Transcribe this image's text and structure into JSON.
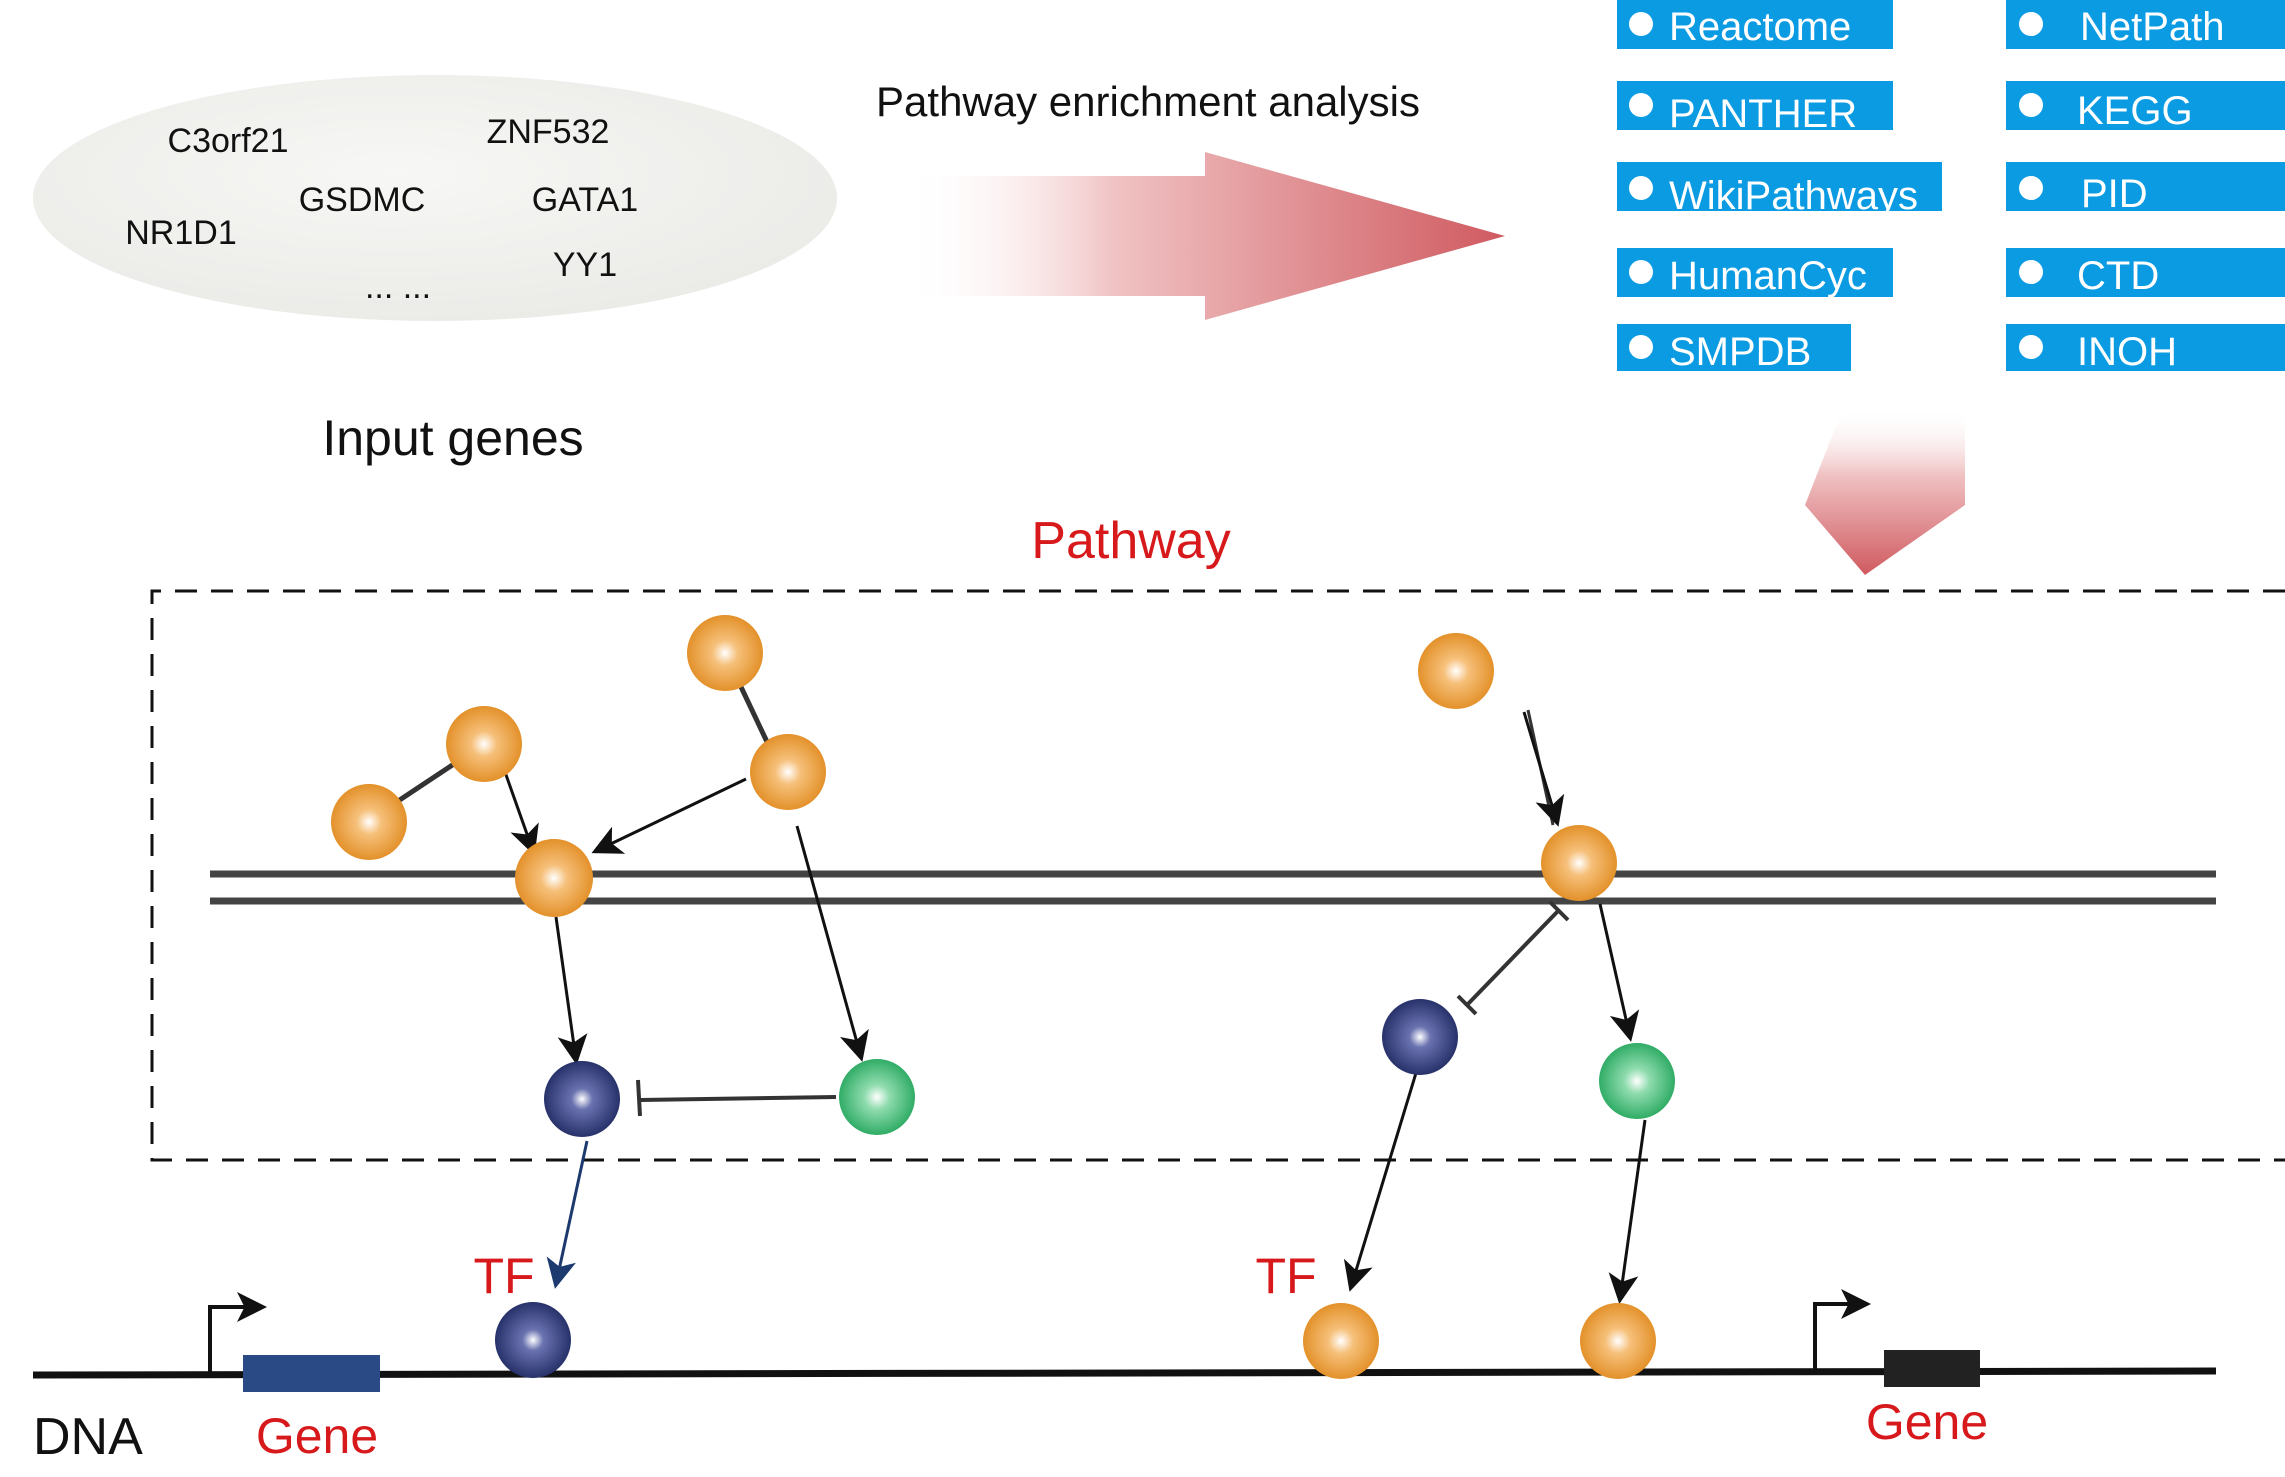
{
  "input_genes": {
    "genes": [
      "C3orf21",
      "ZNF532",
      "GSDMC",
      "GATA1",
      "NR1D1",
      "YY1"
    ],
    "ellipsis": "... ...",
    "title": "Input genes"
  },
  "analysis_label": "Pathway enrichment analysis",
  "databases": {
    "left": [
      "Reactome",
      "PANTHER",
      "WikiPathways",
      "HumanCyc",
      "SMPDB"
    ],
    "right": [
      "NetPath",
      "KEGG",
      "PID",
      "CTD",
      "INOH"
    ]
  },
  "pathway": {
    "title": "Pathway"
  },
  "labels": {
    "tf": "TF",
    "gene": "Gene",
    "dna": "DNA"
  },
  "colors": {
    "database_bg": "#0a9be3",
    "accent_red": "#d7191c",
    "arrow_pink": "#d06168",
    "node_orange": "#ec9a32",
    "node_navy": "#2a3578",
    "node_green": "#2fb46a",
    "membrane": "#444444",
    "gene_left": "#2a4a85",
    "gene_right": "#222222"
  }
}
